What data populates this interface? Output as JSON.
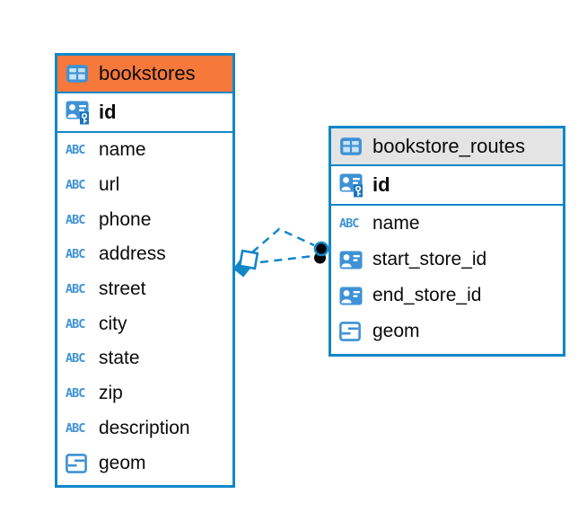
{
  "app": {
    "view": "entity-relationship-diagram"
  },
  "colors": {
    "accent_blue": "#1287C8",
    "icon_blue": "#3E92D5",
    "pk_key_block_blue": "#1B74BC",
    "bookstores_header_orange": "#F6793B",
    "routes_header_gray": "#E4E4E4",
    "relation_endpoint_dot": "#000000",
    "background": "#FFFFFF"
  },
  "icons": {
    "text_type_label": "ABC"
  },
  "tables": [
    {
      "name": "bookstores",
      "primary_key": "id",
      "columns": [
        "name",
        "url",
        "phone",
        "address",
        "street",
        "city",
        "state",
        "zip",
        "description",
        "geom"
      ],
      "column_types": [
        "text",
        "text",
        "text",
        "text",
        "text",
        "text",
        "text",
        "text",
        "text",
        "geometry"
      ]
    },
    {
      "name": "bookstore_routes",
      "primary_key": "id",
      "columns": [
        "name",
        "start_store_id",
        "end_store_id",
        "geom"
      ],
      "column_types": [
        "text",
        "reference",
        "reference",
        "geometry"
      ]
    }
  ],
  "relationships": {
    "count": 2,
    "style": "dashed",
    "left_end_marker": "diamond at bookstores",
    "right_end_marker": "filled circles at bookstore_routes"
  }
}
